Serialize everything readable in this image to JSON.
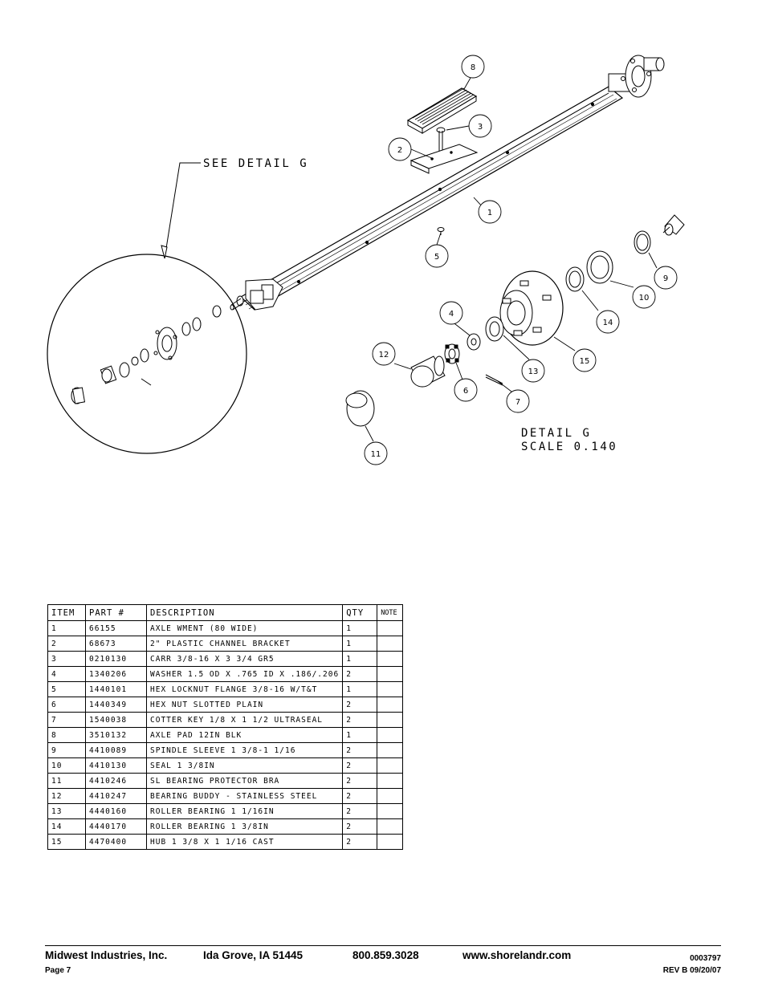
{
  "drawing": {
    "callout_text": "SEE DETAIL  G",
    "detail_title": "DETAIL  G",
    "detail_scale": "SCALE  0.140",
    "bubbles": [
      "1",
      "2",
      "3",
      "4",
      "5",
      "6",
      "7",
      "8",
      "9",
      "10",
      "11",
      "12",
      "13",
      "14",
      "15"
    ]
  },
  "table": {
    "headers": [
      "ITEM",
      "PART #",
      "DESCRIPTION",
      "QTY",
      "NOTE"
    ],
    "rows": [
      [
        "1",
        "66155",
        "AXLE WMENT (80 WIDE)",
        "1",
        ""
      ],
      [
        "2",
        "68673",
        "2\" PLASTIC CHANNEL BRACKET",
        "1",
        ""
      ],
      [
        "3",
        "0210130",
        "CARR 3/8-16 X 3 3/4 GR5",
        "1",
        ""
      ],
      [
        "4",
        "1340206",
        "WASHER 1.5 OD X .765 ID X .186/.206",
        "2",
        ""
      ],
      [
        "5",
        "1440101",
        "HEX LOCKNUT FLANGE 3/8-16 W/T&T",
        "1",
        ""
      ],
      [
        "6",
        "1440349",
        "HEX NUT SLOTTED PLAIN",
        "2",
        ""
      ],
      [
        "7",
        "1540038",
        "COTTER KEY 1/8 X 1 1/2 ULTRASEAL",
        "2",
        ""
      ],
      [
        "8",
        "3510132",
        "AXLE PAD 12IN  BLK",
        "1",
        ""
      ],
      [
        "9",
        "4410089",
        "SPINDLE SLEEVE  1 3/8-1 1/16",
        "2",
        ""
      ],
      [
        "10",
        "4410130",
        "SEAL  1 3/8IN",
        "2",
        ""
      ],
      [
        "11",
        "4410246",
        "SL BEARING PROTECTOR BRA",
        "2",
        ""
      ],
      [
        "12",
        "4410247",
        "BEARING BUDDY - STAINLESS STEEL",
        "2",
        ""
      ],
      [
        "13",
        "4440160",
        "ROLLER BEARING   1 1/16IN",
        "2",
        ""
      ],
      [
        "14",
        "4440170",
        "ROLLER BEARING   1 3/8IN",
        "2",
        ""
      ],
      [
        "15",
        "4470400",
        "HUB  1 3/8 X 1 1/16 CAST",
        "2",
        ""
      ]
    ]
  },
  "footer": {
    "company": "Midwest Industries, Inc.",
    "location": "Ida Grove, IA  51445",
    "phone": "800.859.3028",
    "website": "www.shorelandr.com",
    "doc_number": "0003797",
    "page": "Page 7",
    "revision": "REV B  09/20/07"
  }
}
